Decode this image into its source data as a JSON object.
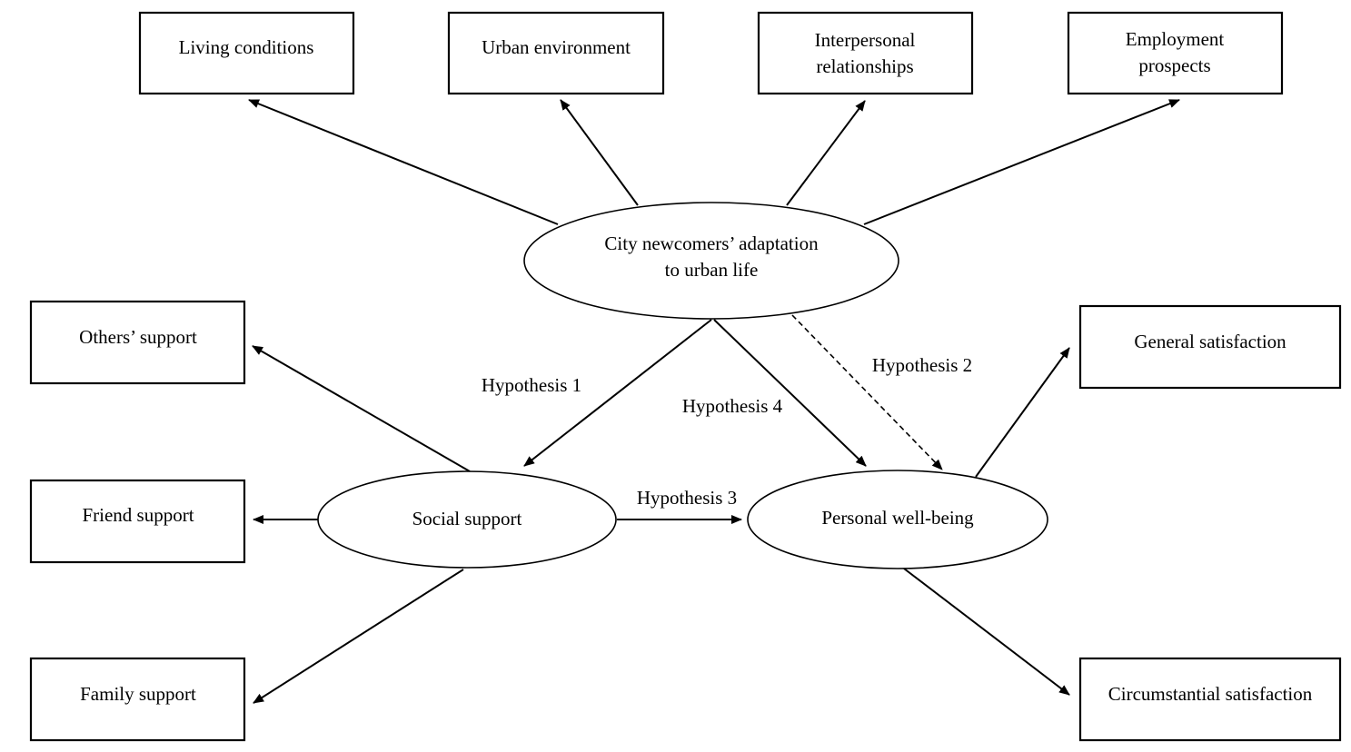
{
  "nodes": {
    "living_conditions": "Living conditions",
    "urban_environment": "Urban environment",
    "interpersonal_1": "Interpersonal",
    "interpersonal_2": "relationships",
    "employment_1": "Employment",
    "employment_2": "prospects",
    "adaptation_1": "City newcomers’ adaptation",
    "adaptation_2": "to urban life",
    "others_support": "Others’ support",
    "friend_support": "Friend support",
    "family_support": "Family support",
    "social_support": "Social support",
    "personal_wellbeing": "Personal well-being",
    "general_satisfaction": "General satisfaction",
    "circumstantial_satisfaction": "Circumstantial satisfaction"
  },
  "hypotheses": {
    "h1": "Hypothesis 1",
    "h2": "Hypothesis 2",
    "h3": "Hypothesis 3",
    "h4": "Hypothesis 4"
  }
}
